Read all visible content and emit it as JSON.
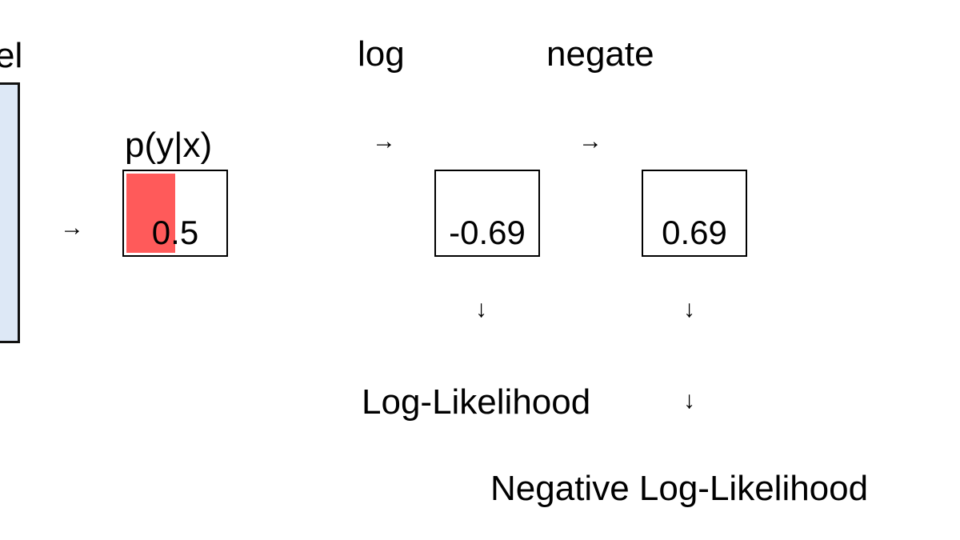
{
  "model": {
    "label_fragment": "el",
    "box_fill": "#dde8f6"
  },
  "probability": {
    "label": "p(y|x)",
    "value": "0.5",
    "fraction": 0.5,
    "fill_color": "#ff5a5a"
  },
  "log_step": {
    "label": "log",
    "value": "-0.69",
    "output_label": "Log-Likelihood"
  },
  "negate_step": {
    "label": "negate",
    "value": "0.69",
    "output_label": "Negative Log-Likelihood"
  },
  "arrows": {
    "right": "→",
    "down": "↓"
  }
}
